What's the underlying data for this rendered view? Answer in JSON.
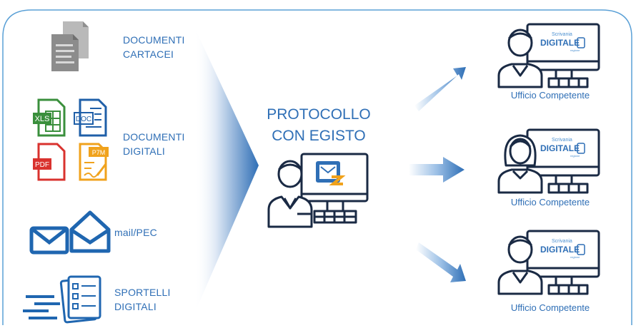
{
  "sources": [
    {
      "lines": [
        "DOCUMENTI",
        "CARTACEI"
      ],
      "icon": "paper-documents-icon"
    },
    {
      "lines": [
        "DOCUMENTI",
        "DIGITALI"
      ],
      "icon": "digital-documents-icon",
      "file_types": [
        "XLS",
        "DOC",
        "PDF",
        "P7M"
      ]
    },
    {
      "lines": [
        "mail/PEC"
      ],
      "icon": "mail-icon"
    },
    {
      "lines": [
        "SPORTELLI",
        "DIGITALI"
      ],
      "icon": "digital-forms-icon"
    }
  ],
  "center": {
    "lines": [
      "PROTOCOLLO",
      "CON EGISTO"
    ],
    "icon": "operator-egisto-icon"
  },
  "destinations": [
    {
      "label": "Ufficio Competente",
      "icon": "male-operator-icon"
    },
    {
      "label": "Ufficio Competente",
      "icon": "female-operator-icon"
    },
    {
      "label": "Ufficio Competente",
      "icon": "male-operator-icon"
    }
  ],
  "brand": {
    "top": "Scrivania",
    "main": "DIGITALE",
    "sub": "regione"
  },
  "colors": {
    "primary": "#2f6fb6",
    "line": "#1a2a44",
    "frame": "#5aa0d6"
  }
}
